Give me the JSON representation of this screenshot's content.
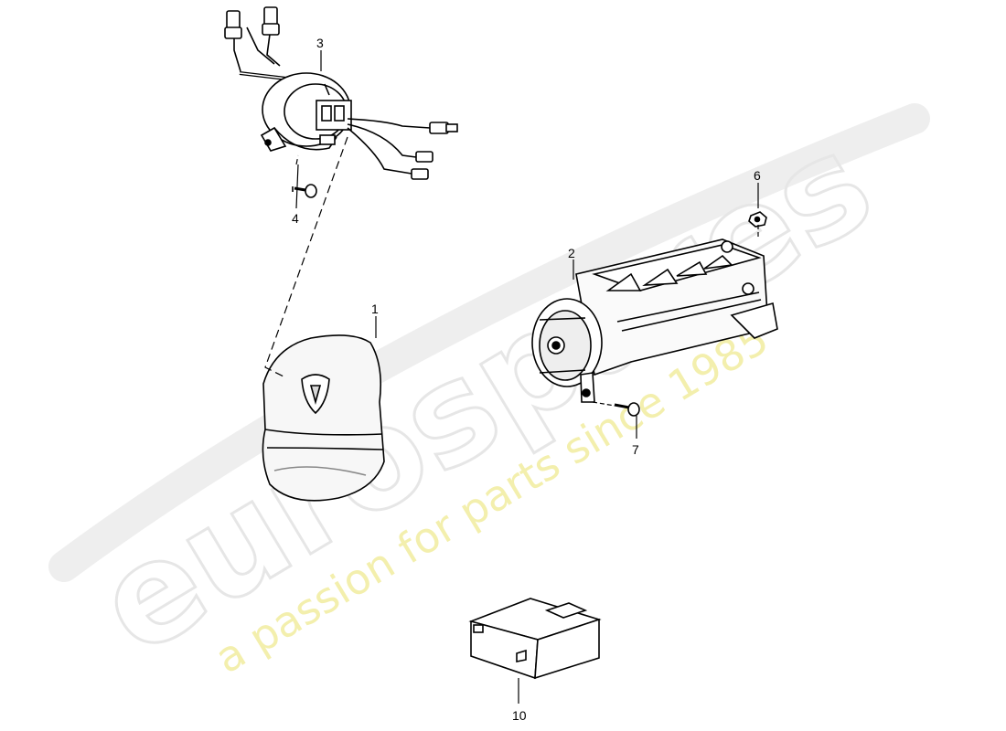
{
  "watermark": {
    "brand": "eurospares",
    "tagline": "a passion for parts since 1985",
    "tagline_color": "#f3efad",
    "brand_color": "#e6e6e6"
  },
  "callouts": {
    "p1": "1",
    "p2": "2",
    "p3": "3",
    "p4": "4",
    "p6": "6",
    "p7": "7",
    "p10": "10"
  }
}
